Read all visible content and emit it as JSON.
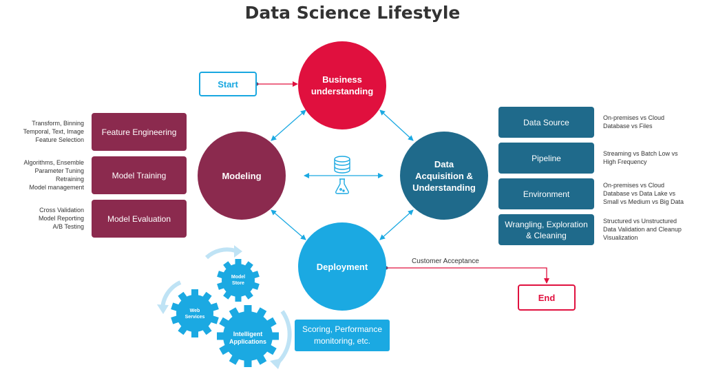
{
  "title": "Data Science Lifestyle",
  "start_label": "Start",
  "end_label": "End",
  "customer_acceptance": "Customer Acceptance",
  "circles": {
    "business": [
      "Business",
      "understanding"
    ],
    "modeling": [
      "Modeling"
    ],
    "acquisition": [
      "Data",
      "Acquisition &",
      "Understanding"
    ],
    "deployment": [
      "Deployment"
    ]
  },
  "left_boxes": [
    {
      "label": "Feature Engineering",
      "notes": [
        "Transform, Binning",
        "Temporal, Text, Image",
        "Feature Selection"
      ]
    },
    {
      "label": "Model Training",
      "notes": [
        "Algorithms, Ensemble",
        "Parameter Tuning",
        "Retraining",
        "Model management"
      ]
    },
    {
      "label": "Model Evaluation",
      "notes": [
        "Cross Validation",
        "Model Reporting",
        "A/B Testing"
      ]
    }
  ],
  "right_boxes": [
    {
      "label": [
        "Data Source"
      ],
      "notes": [
        "On-premises vs Cloud",
        "Database vs Files"
      ]
    },
    {
      "label": [
        "Pipeline"
      ],
      "notes": [
        "Streaming vs Batch Low vs",
        "High Frequency"
      ]
    },
    {
      "label": [
        "Environment"
      ],
      "notes": [
        "On-premises vs Cloud",
        "Database vs Data Lake vs",
        "Small vs Medium vs Big Data"
      ]
    },
    {
      "label": [
        "Wrangling, Exploration",
        "& Cleaning"
      ],
      "notes": [
        "Structured vs Unstructured",
        "Data Validation and Cleanup",
        "Visualization"
      ]
    }
  ],
  "scoring": [
    "Scoring, Performance",
    "monitoring, etc."
  ],
  "gears": {
    "model_store": [
      "Model",
      "Store"
    ],
    "web_services": [
      "Web",
      "Services"
    ],
    "intelligent_applications": [
      "Intelligent",
      "Applications"
    ]
  },
  "icons": [
    "database-icon",
    "flask-icon",
    "gear-icon"
  ],
  "colors": {
    "business": "#e0103e",
    "modeling": "#8b2a4e",
    "acquisition": "#1f6a8b",
    "deployment": "#1ba9e2",
    "start": "#18a7e0",
    "end": "#e0103e",
    "arrows": "#1ba9e2"
  }
}
